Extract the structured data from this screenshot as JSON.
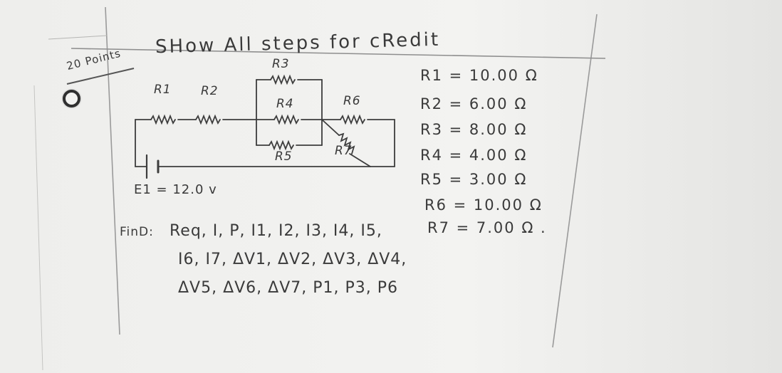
{
  "header": {
    "title": "SHow All steps for cRedit",
    "points": "20 Points"
  },
  "circuit": {
    "labels": {
      "r1": "R1",
      "r2": "R2",
      "r3": "R3",
      "r4": "R4",
      "r5": "R5",
      "r6": "R6",
      "r7": "R7"
    },
    "emf": "E1 = 12.0 v"
  },
  "given": [
    "R1 = 10.00 Ω",
    "R2 = 6.00 Ω",
    "R3 = 8.00 Ω",
    "R4 = 4.00 Ω",
    "R5 = 3.00 Ω",
    "R6 = 10.00 Ω",
    "R7 = 7.00 Ω ."
  ],
  "find": {
    "label": "FinD:",
    "line1": "Req, I, P, I1, I2, I3, I4, I5,",
    "line2": "I6, I7, ΔV1, ΔV2, ΔV3, ΔV4,",
    "line3": "ΔV5, ΔV6, ΔV7, P1, P3, P6"
  },
  "colors": {
    "paper": "#f1f1ef",
    "ink": "#3a3a3a",
    "background": "#d9d9d7"
  }
}
